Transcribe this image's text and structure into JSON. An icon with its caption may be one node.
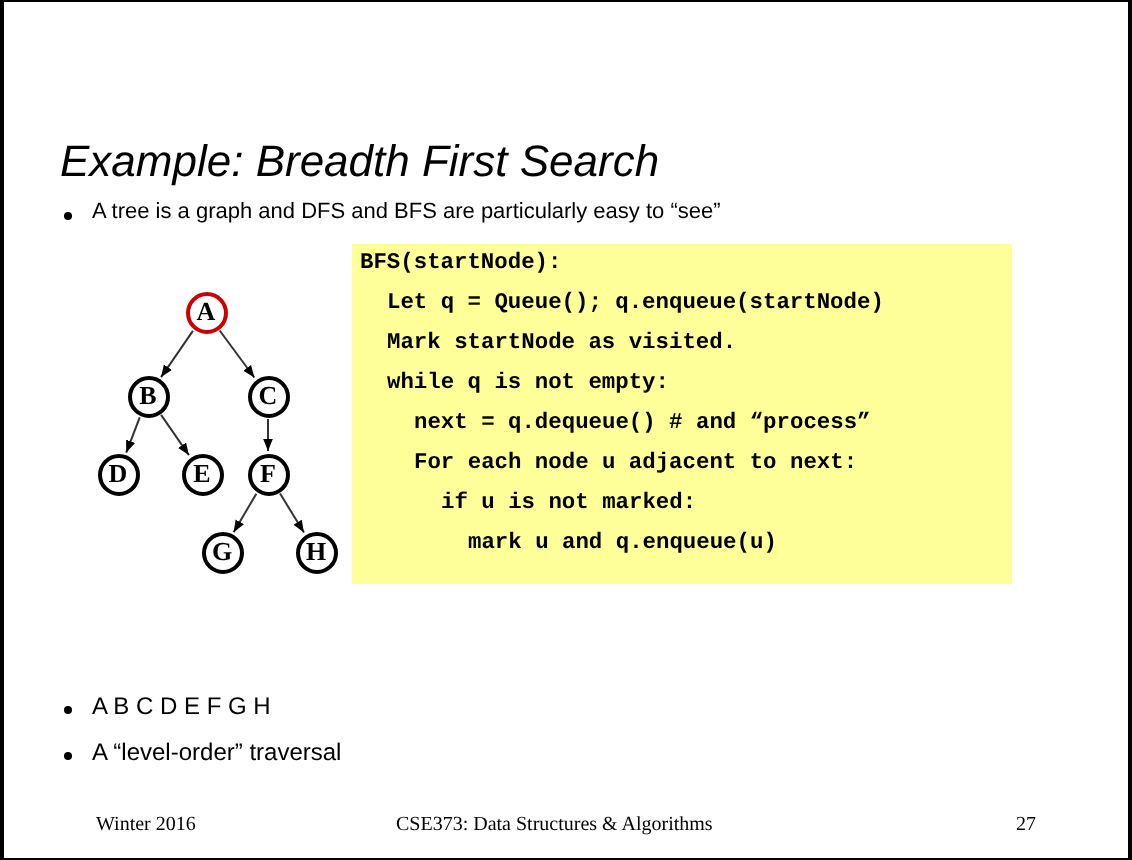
{
  "diagram": {
    "title": "Example: Breadth First Search",
    "nodes": [
      {
        "text": [
          "A"
        ]
      },
      {
        "text": [
          "B"
        ]
      },
      {
        "text": [
          "C"
        ]
      },
      {
        "text": [
          "D"
        ]
      },
      {
        "text": [
          "E"
        ]
      },
      {
        "text": [
          "F"
        ]
      },
      {
        "text": [
          "G"
        ]
      },
      {
        "text": [
          "H"
        ]
      },
      {
        "text": [
          "BFS(startNode):",
          "Let q = Queue(); q.enqueue(startNode)",
          "Mark startNode as visited.",
          "while q is not empty:",
          "next = q.dequeue() # and “process”",
          "For each node u adjacent to next:",
          "if u is not marked:",
          "mark u and q.enqueue(u)"
        ]
      }
    ],
    "edges": [
      {
        "from": 0,
        "to": 1,
        "arrow": "to"
      },
      {
        "from": 0,
        "to": 2,
        "arrow": "to"
      },
      {
        "from": 1,
        "to": 3,
        "arrow": "to"
      },
      {
        "from": 1,
        "to": 4,
        "arrow": "to"
      },
      {
        "from": 2,
        "to": 5,
        "arrow": "to"
      },
      {
        "from": 5,
        "to": 6,
        "arrow": "to"
      },
      {
        "from": 5,
        "to": 7,
        "arrow": "to"
      }
    ],
    "labels": [
      "A tree is a graph and DFS and BFS are particularly easy to “see”",
      "A B C D E F G H",
      "A “level-order” traversal",
      "Winter 2016",
      "CSE373: Data Structures & Algorithms",
      "27"
    ]
  }
}
